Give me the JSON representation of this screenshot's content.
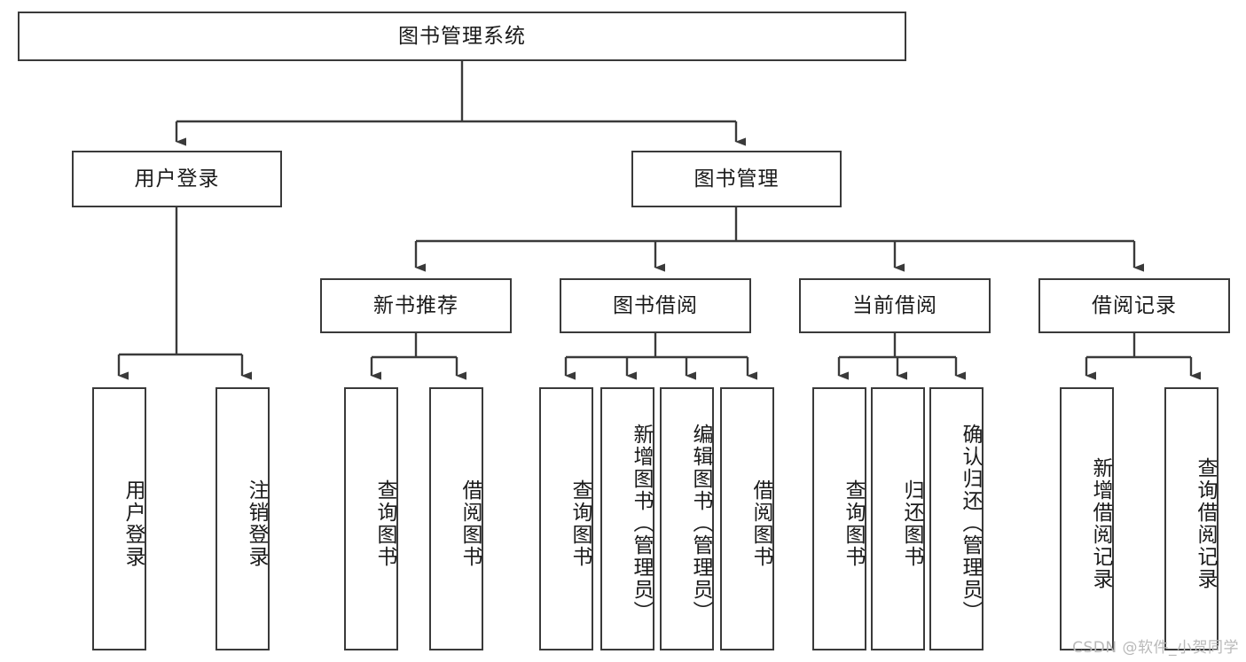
{
  "diagram": {
    "title": "图书管理系统",
    "type": "tree-hierarchy-diagram",
    "watermark": "CSDN @软件_小贺同学",
    "colors": {
      "border": "#3a3a3a",
      "background": "#ffffff",
      "text": "#1a1a1a",
      "watermark": "#b9b9b9"
    },
    "root": {
      "label": "图书管理系统"
    },
    "level2": [
      {
        "label": "用户登录"
      },
      {
        "label": "图书管理"
      }
    ],
    "level3": [
      {
        "label": "新书推荐"
      },
      {
        "label": "图书借阅"
      },
      {
        "label": "当前借阅"
      },
      {
        "label": "借阅记录"
      }
    ],
    "leaves": {
      "user_login": [
        {
          "label": "用户登录"
        },
        {
          "label": "注销登录"
        }
      ],
      "new_book_recommend": [
        {
          "label": "查询图书"
        },
        {
          "label": "借阅图书"
        }
      ],
      "book_borrow": [
        {
          "label": "查询图书"
        },
        {
          "label": "新增图书（管理员）"
        },
        {
          "label": "编辑图书（管理员）"
        },
        {
          "label": "借阅图书"
        }
      ],
      "current_borrow": [
        {
          "label": "查询图书"
        },
        {
          "label": "归还图书"
        },
        {
          "label": "确认归还（管理员）"
        }
      ],
      "borrow_record": [
        {
          "label": "新增借阅记录"
        },
        {
          "label": "查询借阅记录"
        }
      ]
    }
  }
}
